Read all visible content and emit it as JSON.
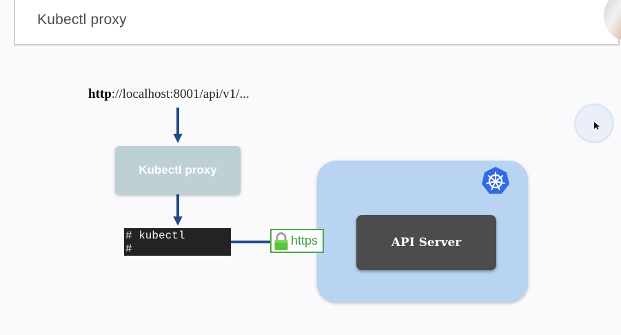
{
  "header": {
    "title": "Kubectl proxy"
  },
  "diagram": {
    "url_scheme": "http",
    "url_rest": "://localhost:8001/api/v1/...",
    "proxy_label": "Kubectl proxy",
    "terminal_line1": "# kubectl",
    "terminal_line2": "#",
    "https_label": "https",
    "api_server_label": "API Server"
  },
  "colors": {
    "arrow": "#1f4a85",
    "cluster_bg": "#b9d3f2",
    "proxy_bg": "#bdd0d3",
    "api_bg": "#4c4b4d",
    "https_green": "#4aa54a",
    "k8s_blue": "#326ce5"
  },
  "icons": [
    "lock-icon",
    "kubernetes-icon",
    "cursor-icon"
  ]
}
